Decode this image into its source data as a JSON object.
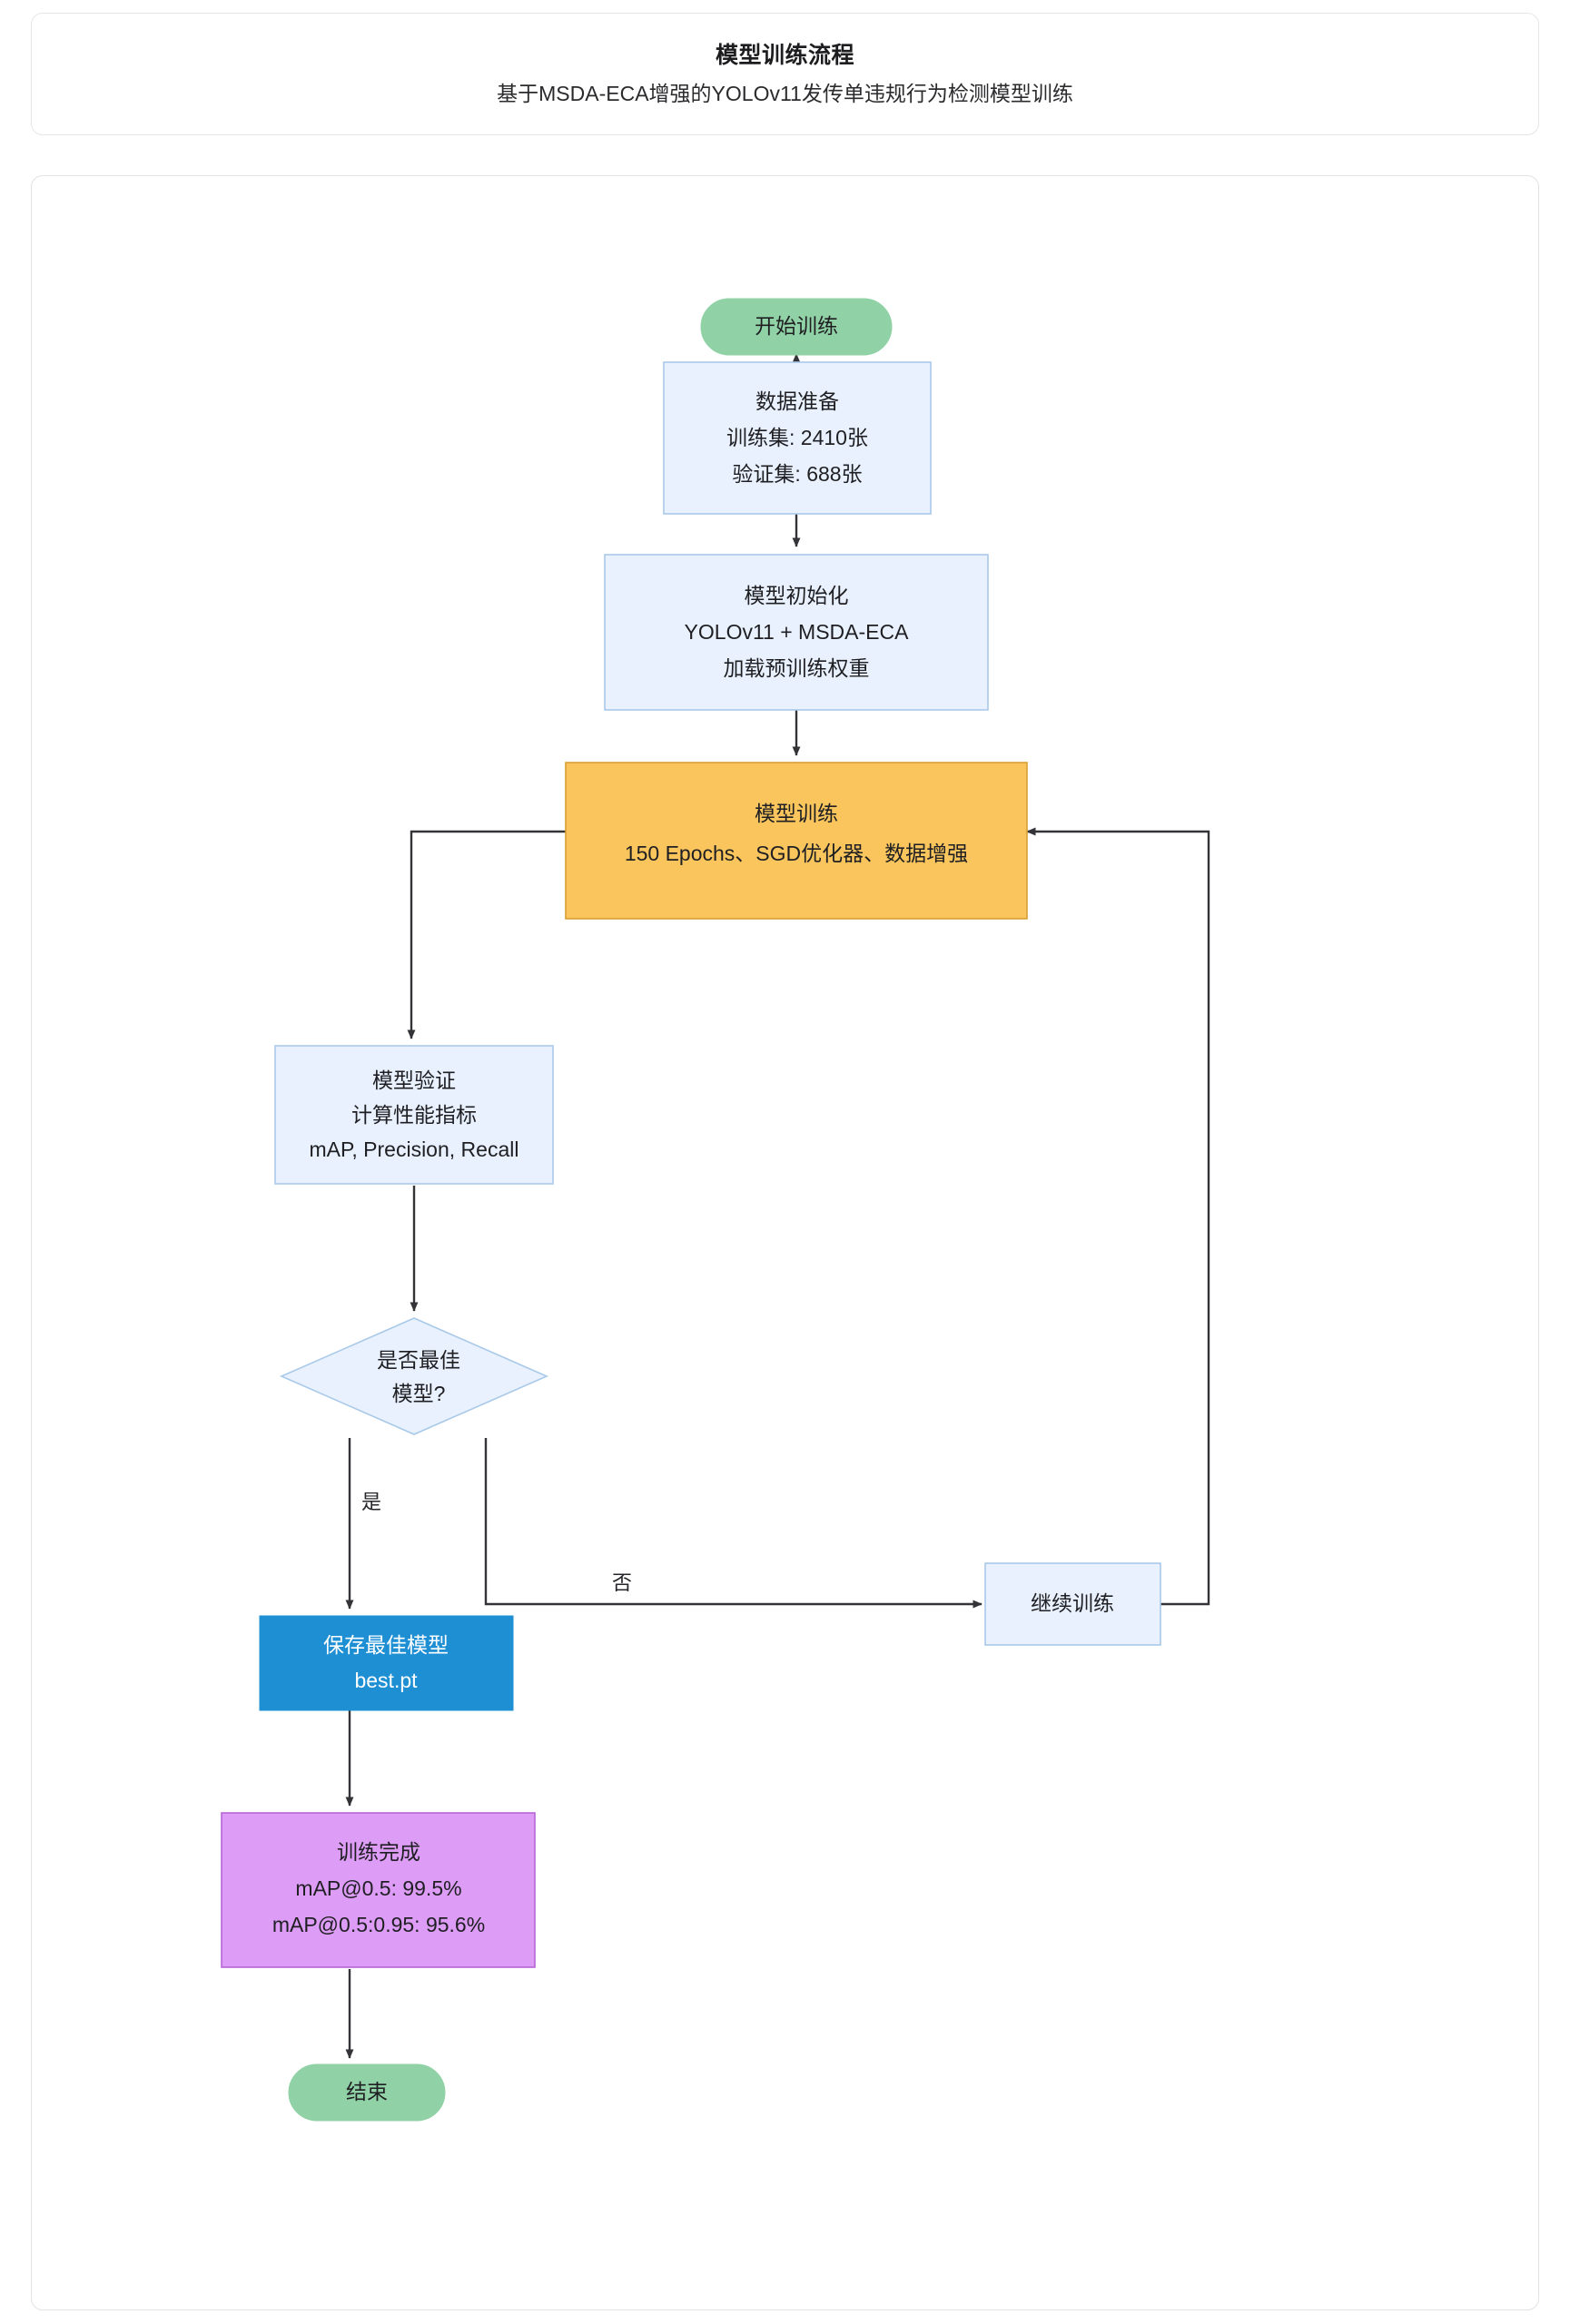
{
  "header": {
    "title": "模型训练流程",
    "subtitle": "基于MSDA-ECA增强的YOLOv11发传单违规行为检测模型训练"
  },
  "colors": {
    "terminal_green": "#90d2a6",
    "process_blue_fill": "#e8f1fd",
    "process_blue_border": "#a9c9e9",
    "training_orange_fill": "#f9c55c",
    "training_orange_border": "#d99f33",
    "save_blue_fill": "#1f8fd4",
    "complete_purple_fill": "#dd9cf5",
    "complete_purple_border": "#b666d6",
    "line": "#333338",
    "card_border": "#e4e4e4"
  },
  "flowchart": {
    "type": "flowchart",
    "direction": "top-to-bottom",
    "nodes": [
      {
        "id": "start",
        "shape": "stadium",
        "lines": [
          "开始训练"
        ],
        "fill": "terminal_green"
      },
      {
        "id": "data_prep",
        "shape": "rect",
        "lines": [
          "数据准备",
          "训练集: 2410张",
          "验证集: 688张"
        ],
        "fill": "process_blue"
      },
      {
        "id": "model_init",
        "shape": "rect",
        "lines": [
          "模型初始化",
          "YOLOv11 + MSDA-ECA",
          "加载预训练权重"
        ],
        "fill": "process_blue"
      },
      {
        "id": "training",
        "shape": "rect",
        "lines": [
          "模型训练",
          "150 Epochs、SGD优化器、数据增强"
        ],
        "fill": "training_orange"
      },
      {
        "id": "validation",
        "shape": "rect",
        "lines": [
          "模型验证",
          "计算性能指标",
          "mAP, Precision, Recall"
        ],
        "fill": "process_blue"
      },
      {
        "id": "is_best",
        "shape": "diamond",
        "lines": [
          "是否最佳",
          "模型?"
        ],
        "fill": "process_blue"
      },
      {
        "id": "continue_training",
        "shape": "rect",
        "lines": [
          "继续训练"
        ],
        "fill": "process_blue"
      },
      {
        "id": "save_best",
        "shape": "rect",
        "lines": [
          "保存最佳模型",
          "best.pt"
        ],
        "fill": "save_blue"
      },
      {
        "id": "complete",
        "shape": "rect",
        "lines": [
          "训练完成",
          "mAP@0.5: 99.5%",
          "mAP@0.5:0.95: 95.6%"
        ],
        "fill": "complete_purple"
      },
      {
        "id": "end",
        "shape": "stadium",
        "lines": [
          "结束"
        ],
        "fill": "terminal_green"
      }
    ],
    "edges": [
      {
        "from": "start",
        "to": "data_prep",
        "label": ""
      },
      {
        "from": "data_prep",
        "to": "model_init",
        "label": ""
      },
      {
        "from": "model_init",
        "to": "training",
        "label": ""
      },
      {
        "from": "training",
        "to": "validation",
        "label": ""
      },
      {
        "from": "validation",
        "to": "is_best",
        "label": ""
      },
      {
        "from": "is_best",
        "to": "save_best",
        "label": "是"
      },
      {
        "from": "is_best",
        "to": "continue_training",
        "label": "否"
      },
      {
        "from": "continue_training",
        "to": "training",
        "label": ""
      },
      {
        "from": "save_best",
        "to": "complete",
        "label": ""
      },
      {
        "from": "complete",
        "to": "end",
        "label": ""
      }
    ],
    "edge_labels": {
      "yes": "是",
      "no": "否"
    }
  }
}
